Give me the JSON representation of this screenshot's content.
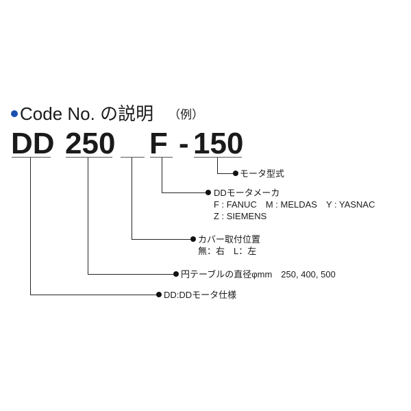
{
  "title": {
    "bullet_color": "#1a4fb0",
    "text": "Code No. の説明",
    "example": "（例）"
  },
  "code": {
    "segments": [
      "DD",
      "250",
      "",
      "F",
      "-",
      "150"
    ]
  },
  "labels": {
    "motor_model": "モータ型式",
    "dd_maker": {
      "heading": "DDモータメーカ",
      "line1": "F : FANUC　M : MELDAS　Y : YASNAC",
      "line2": "Z : SIEMENS"
    },
    "cover_position": {
      "heading": "カバー取付位置",
      "line1": "無：右　L：左"
    },
    "table_diameter": "円テーブルの直径φmm　250, 400, 500",
    "dd_spec": "DD:DDモータ仕様"
  }
}
